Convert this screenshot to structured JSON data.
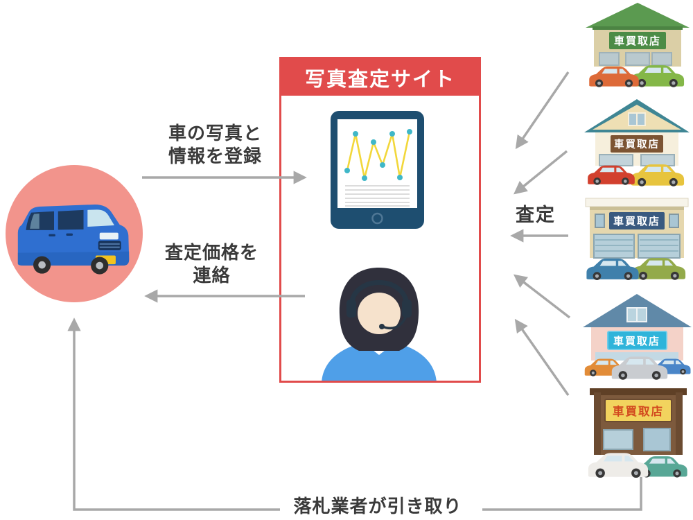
{
  "page": {
    "site_title": "写真査定サイト",
    "labels": {
      "register": "車の写真と\n情報を登録",
      "price_contact": "査定価格を\n連絡",
      "appraisal": "査定",
      "pickup": "落札業者が引き取り"
    },
    "shops": [
      {
        "sign": "車買取店"
      },
      {
        "sign": "車買取店"
      },
      {
        "sign": "車買取店"
      },
      {
        "sign": "車買取店"
      },
      {
        "sign": "車買取店"
      }
    ]
  },
  "colors": {
    "accent": "#e14b4b",
    "circle": "#f2948c",
    "arrow": "#a8a8a8",
    "text": "#3a3a3a"
  }
}
